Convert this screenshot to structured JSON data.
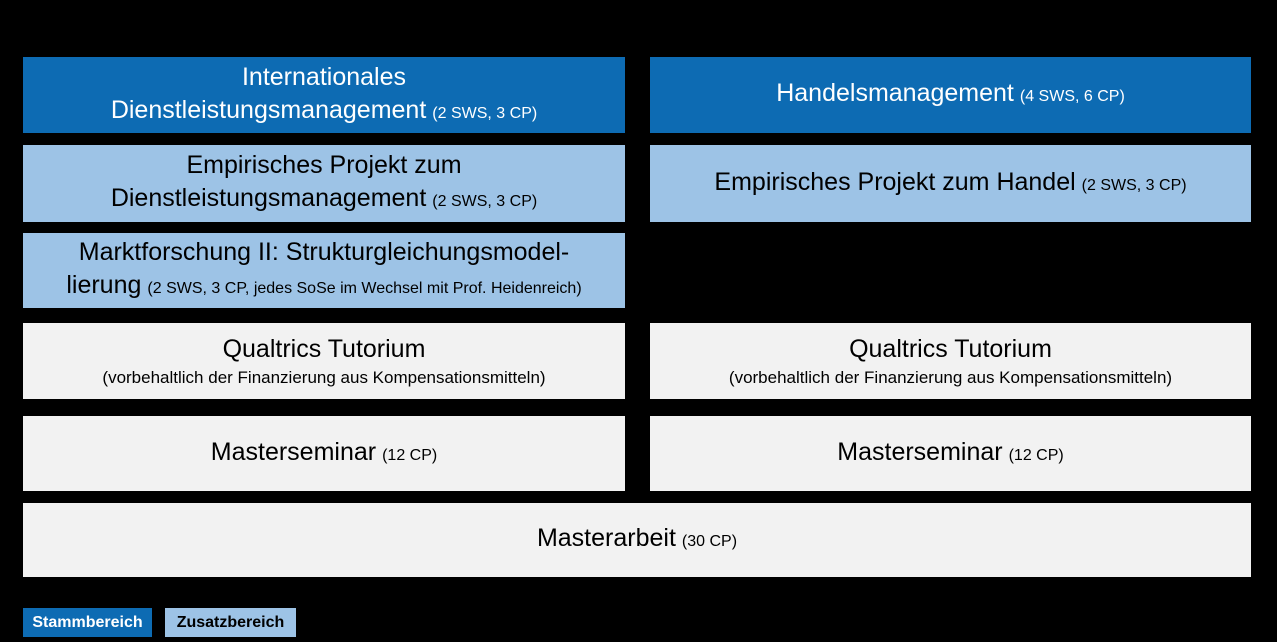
{
  "colors": {
    "background": "#000000",
    "core_blue": "#0D6BB3",
    "supplement_blue": "#9DC3E6",
    "neutral_gray": "#F2F2F2",
    "text_on_core": "#FFFFFF",
    "text_dark": "#000000"
  },
  "boxes": [
    {
      "variant": "core",
      "line1": "Internationales",
      "line2": "Dienstleistungsmanagement",
      "suffix": "(2 SWS, 3 CP)"
    },
    {
      "variant": "core",
      "line1": "Handelsmanagement",
      "suffix": "(4 SWS, 6 CP)"
    },
    {
      "variant": "supplement",
      "line1": "Empirisches Projekt zum",
      "line2": "Dienstleistungsmanagement",
      "suffix": "(2 SWS, 3 CP)"
    },
    {
      "variant": "supplement",
      "line1": "Empirisches Projekt zum Handel",
      "suffix": "(2 SWS, 3 CP)"
    },
    {
      "variant": "supplement",
      "line1": "Marktforschung II: Strukturgleichungsmodel-",
      "line2": "lierung",
      "suffix": "(2 SWS, 3 CP, jedes SoSe im Wechsel mit Prof. Heidenreich)"
    },
    {
      "variant": "neutral",
      "line1": "Qualtrics Tutorium",
      "subtitle": "(vorbehaltlich der Finanzierung aus Kompensationsmitteln)"
    },
    {
      "variant": "neutral",
      "line1": "Qualtrics Tutorium",
      "subtitle": "(vorbehaltlich der Finanzierung aus Kompensationsmitteln)"
    },
    {
      "variant": "neutral",
      "line1": "Masterseminar",
      "suffix": "(12 CP)"
    },
    {
      "variant": "neutral",
      "line1": "Masterseminar",
      "suffix": "(12 CP)"
    },
    {
      "variant": "neutral",
      "line1": "Masterarbeit",
      "suffix": "(30 CP)"
    }
  ],
  "legend": [
    {
      "label": "Stammbereich",
      "variant": "core"
    },
    {
      "label": "Zusatzbereich",
      "variant": "supplement"
    }
  ]
}
